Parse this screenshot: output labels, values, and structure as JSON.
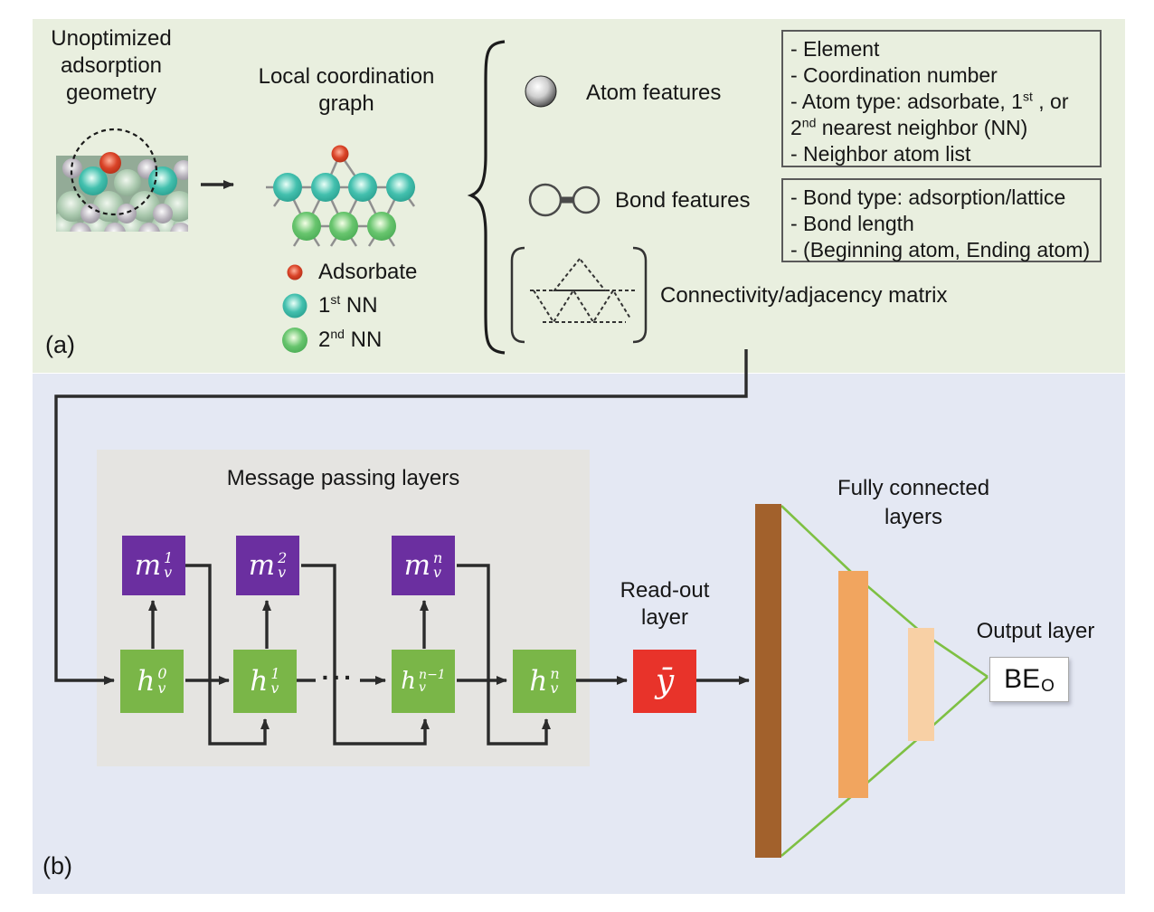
{
  "colors": {
    "panel_a_bg": "#e9efdf",
    "panel_b_bg": "#e4e8f3",
    "gray_box_bg": "#e5e4e1",
    "purple": "#6b2fa0",
    "green_box": "#7ab648",
    "red": "#e8332a",
    "brown": "#a2612c",
    "orange": "#f1a55f",
    "light_orange": "#f8d0a5",
    "line_green": "#7ec043",
    "arrow": "#2b2b2b"
  },
  "panel_a": {
    "label": "(a)",
    "title_geometry": {
      "line1": "Unoptimized",
      "line2": "adsorption",
      "line3": "geometry"
    },
    "title_graph": {
      "line1": "Local coordination",
      "line2": "graph"
    },
    "legend": {
      "adsorbate": {
        "label": "Adsorbate"
      },
      "first_nn": {
        "num": "1",
        "sup": "st",
        "rest": "NN"
      },
      "second_nn": {
        "num": "2",
        "sup": "nd",
        "rest": "NN"
      }
    },
    "features": {
      "atom": {
        "label": "Atom features",
        "items": [
          {
            "text": "- Element"
          },
          {
            "text": "- Coordination number"
          },
          {
            "pre": "- Atom type: adsorbate, 1",
            "sup": "st",
            "post": " , or"
          },
          {
            "pre": "2",
            "sup": "nd",
            "post": " nearest neighbor (NN)"
          },
          {
            "text": "- Neighbor atom list"
          }
        ]
      },
      "bond": {
        "label": "Bond features",
        "items": [
          {
            "text": "- Bond type: adsorption/lattice"
          },
          {
            "text": "- Bond length"
          },
          {
            "text": "- (Beginning atom, Ending atom)"
          }
        ]
      },
      "connectivity": {
        "label": "Connectivity/adjacency matrix"
      }
    }
  },
  "panel_b": {
    "label": "(b)",
    "message_box_title": "Message passing layers",
    "m_boxes": [
      {
        "base": "m",
        "sup": "1",
        "sub": "v"
      },
      {
        "base": "m",
        "sup": "2",
        "sub": "v"
      },
      {
        "base": "m",
        "sup": "n",
        "sub": "v"
      }
    ],
    "h_boxes": [
      {
        "base": "h",
        "sup": "0",
        "sub": "v"
      },
      {
        "base": "h",
        "sup": "1",
        "sub": "v"
      },
      {
        "base": "h",
        "sup": "n−1",
        "sub": "v"
      },
      {
        "base": "h",
        "sup": "n",
        "sub": "v"
      }
    ],
    "dots": "···",
    "readout_label": {
      "line1": "Read-out",
      "line2": "layer"
    },
    "readout_symbol": "ȳ",
    "fc_label": {
      "line1": "Fully connected",
      "line2": "layers"
    },
    "output_label": "Output layer",
    "output_box": {
      "base": "BE",
      "sub": "O"
    }
  }
}
